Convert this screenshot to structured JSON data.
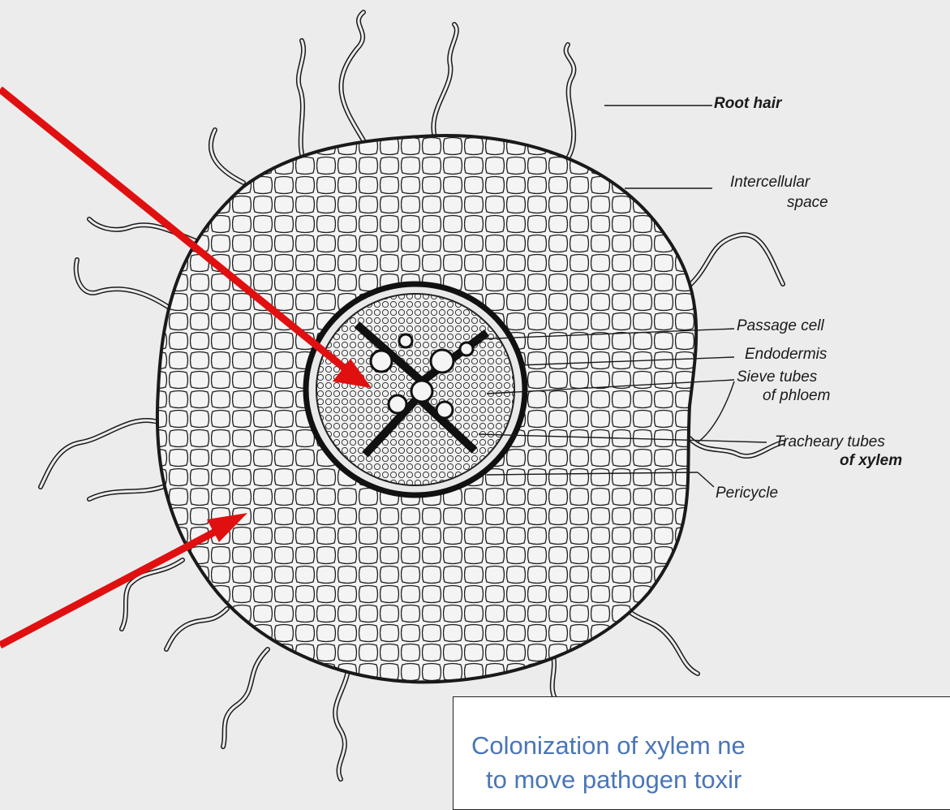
{
  "labels": {
    "root_hair": "Root hair",
    "intercellular_1": "Intercellular",
    "intercellular_2": "space",
    "passage_cell": "Passage cell",
    "endodermis": "Endodermis",
    "sieve_1": "Sieve tubes",
    "sieve_2": "of phloem",
    "tracheary_1": "Tracheary tubes",
    "tracheary_2": "of xylem",
    "pericycle": "Pericycle"
  },
  "caption": {
    "line1": "Colonization of xylem ne",
    "line2": "to move pathogen toxir"
  },
  "colors": {
    "arrow": "#e01010",
    "caption_text": "#4a76b8",
    "ink": "#1a1a1a",
    "paper": "#ececec"
  }
}
